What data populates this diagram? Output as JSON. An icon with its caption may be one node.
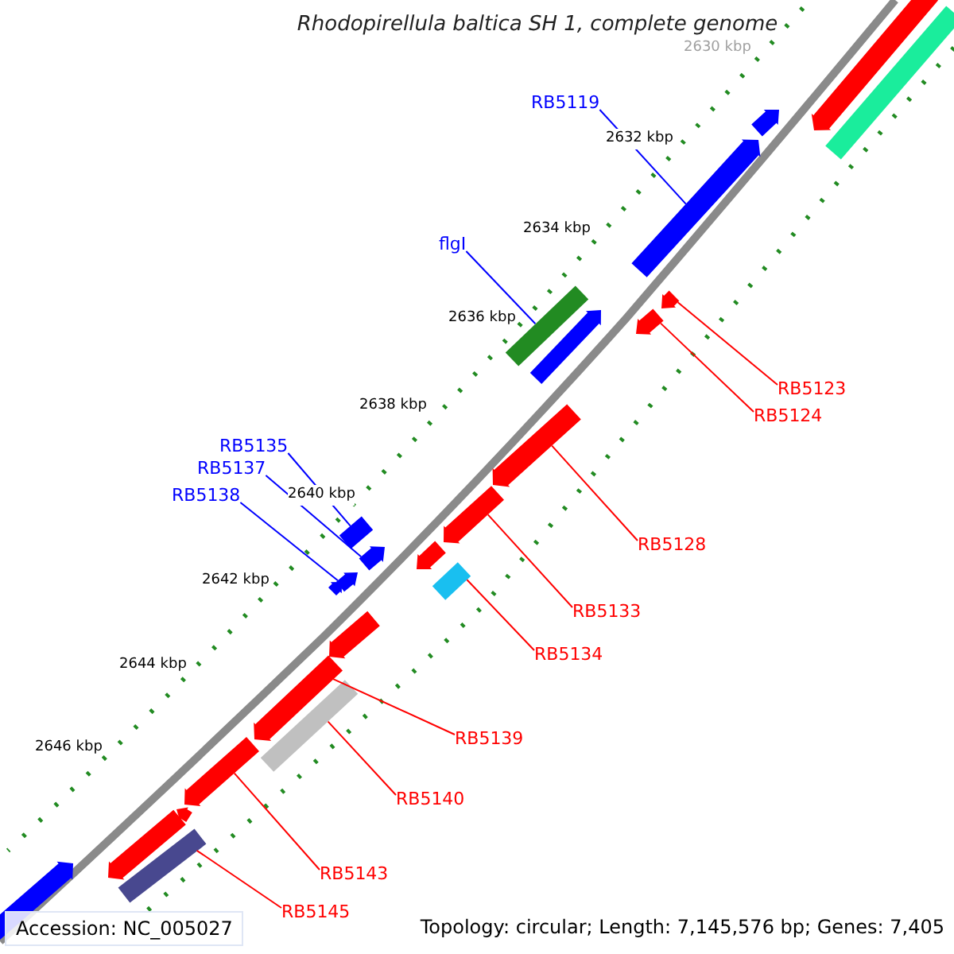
{
  "diagram": {
    "title": "Rhodopirellula baltica SH 1, complete genome",
    "nodes": [
      {
        "text": [
          "RB5119"
        ]
      },
      {
        "text": [
          "flgI"
        ]
      },
      {
        "text": [
          "RB5123"
        ]
      },
      {
        "text": [
          "RB5124"
        ]
      },
      {
        "text": [
          "RB5128"
        ]
      },
      {
        "text": [
          "RB5133"
        ]
      },
      {
        "text": [
          "RB5134"
        ]
      },
      {
        "text": [
          "RB5135"
        ]
      },
      {
        "text": [
          "RB5137"
        ]
      },
      {
        "text": [
          "RB5138"
        ]
      },
      {
        "text": [
          "RB5139"
        ]
      },
      {
        "text": [
          "RB5140"
        ]
      },
      {
        "text": [
          "RB5143"
        ]
      },
      {
        "text": [
          "RB5145"
        ]
      },
      {
        "text": [],
        "shape": "bar"
      },
      {
        "text": [],
        "shape": "bar"
      },
      {
        "text": [],
        "shape": "bar"
      },
      {
        "text": [],
        "shape": "bar"
      },
      {
        "text": [],
        "shape": "bar"
      },
      {
        "text": [],
        "shape": "bar"
      },
      {
        "text": [],
        "shape": "bar"
      },
      {
        "text": [],
        "shape": "bar"
      },
      {
        "text": [],
        "shape": "bar"
      },
      {
        "text": [],
        "shape": "bar"
      },
      {
        "text": [],
        "shape": "bar"
      },
      {
        "text": [],
        "shape": "bar"
      },
      {
        "text": [],
        "shape": "bar"
      },
      {
        "text": [],
        "shape": "bar"
      },
      {
        "text": [],
        "shape": "bar"
      },
      {
        "text": [],
        "shape": "bar"
      },
      {
        "text": [],
        "shape": "bar"
      },
      {
        "text": [],
        "shape": "bar"
      },
      {
        "text": [],
        "shape": "bar"
      },
      {
        "text": [],
        "shape": "bar"
      },
      {
        "text": [],
        "shape": "bar"
      },
      {
        "text": [],
        "shape": "bar"
      },
      {
        "text": [],
        "shape": "bar"
      },
      {
        "text": [],
        "shape": "bar"
      }
    ],
    "edges": [
      {
        "from": 0,
        "to": 14,
        "arrow": "none",
        "color": "#0000ff"
      },
      {
        "from": 1,
        "to": 15,
        "arrow": "none",
        "color": "#0000ff"
      },
      {
        "from": 2,
        "to": 16,
        "arrow": "none"
      },
      {
        "from": 3,
        "to": 17,
        "arrow": "none"
      },
      {
        "from": 4,
        "to": 18,
        "arrow": "none"
      },
      {
        "from": 5,
        "to": 19,
        "arrow": "none"
      },
      {
        "from": 6,
        "to": 20,
        "arrow": "none"
      },
      {
        "from": 7,
        "to": 21,
        "arrow": "none",
        "color": "#0000ff"
      },
      {
        "from": 8,
        "to": 22,
        "arrow": "none",
        "color": "#0000ff"
      },
      {
        "from": 9,
        "to": 23,
        "arrow": "none",
        "color": "#0000ff"
      },
      {
        "from": 10,
        "to": 24,
        "arrow": "none"
      },
      {
        "from": 11,
        "to": 25,
        "arrow": "none"
      },
      {
        "from": 12,
        "to": 26,
        "arrow": "none"
      },
      {
        "from": 13,
        "to": 27,
        "arrow": "none"
      }
    ],
    "labels": [
      "2630 kbp",
      "2632 kbp",
      "2634 kbp",
      "2636 kbp",
      "2638 kbp",
      "2640 kbp",
      "2642 kbp",
      "2644 kbp",
      "2646 kbp",
      "Accession: NC_005027",
      "Topology: circular; Length: 7,145,576 bp; Genes: 7,405"
    ]
  }
}
